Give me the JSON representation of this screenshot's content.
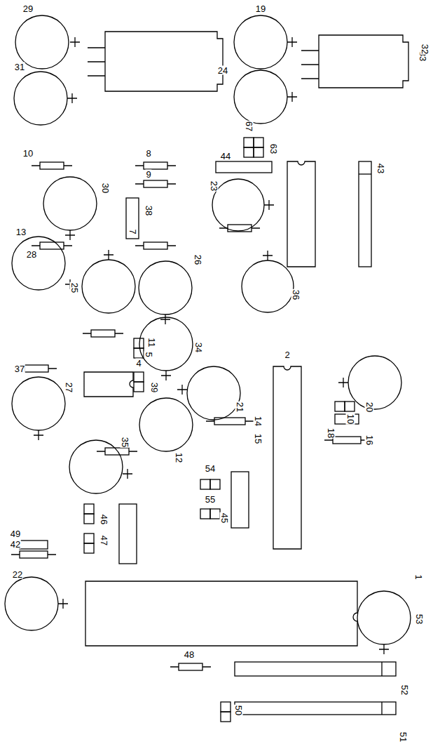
{
  "diagram": {
    "labels": [
      "29",
      "31",
      "33",
      "19",
      "24",
      "32",
      "10",
      "8",
      "9",
      "30",
      "38",
      "7",
      "44",
      "67",
      "63",
      "23",
      "43",
      "13",
      "28",
      "25",
      "26",
      "36",
      "11",
      "5",
      "34",
      "2",
      "27",
      "4",
      "39",
      "21",
      "14",
      "15",
      "20",
      "18",
      "10",
      "16",
      "37",
      "35",
      "12",
      "54",
      "55",
      "45",
      "46",
      "47",
      "49",
      "42",
      "22",
      "1",
      "53",
      "48",
      "52",
      "50",
      "51"
    ]
  }
}
